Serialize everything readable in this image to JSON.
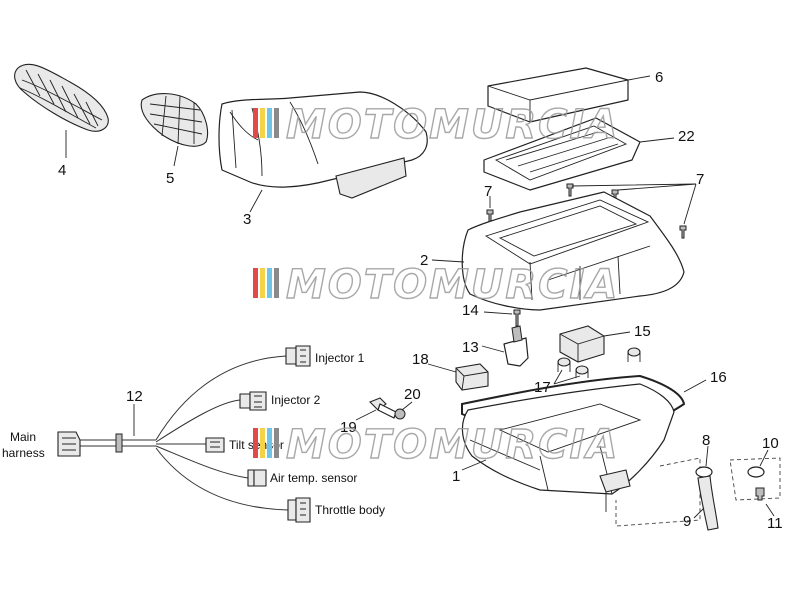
{
  "callouts": {
    "n1": "1",
    "n2": "2",
    "n3": "3",
    "n4": "4",
    "n5": "5",
    "n6": "6",
    "n7a": "7",
    "n7b": "7",
    "n8": "8",
    "n9": "9",
    "n10": "10",
    "n11": "11",
    "n12": "12",
    "n13": "13",
    "n14": "14",
    "n15": "15",
    "n16": "16",
    "n17": "17",
    "n18": "18",
    "n19": "19",
    "n20": "20",
    "n22": "22"
  },
  "harness_labels": {
    "injector1": "Injector 1",
    "injector2": "Injector 2",
    "tilt_sensor": "Tilt sensor",
    "air_temp_sensor": "Air temp. sensor",
    "throttle_body": "Throttle body",
    "main_harness_line1": "Main",
    "main_harness_line2": "harness"
  },
  "watermark": {
    "text": "MOTOMURCIA",
    "colors": [
      "#e24a4a",
      "#f2d34a",
      "#6fc4e8",
      "#8a8a8a"
    ]
  }
}
